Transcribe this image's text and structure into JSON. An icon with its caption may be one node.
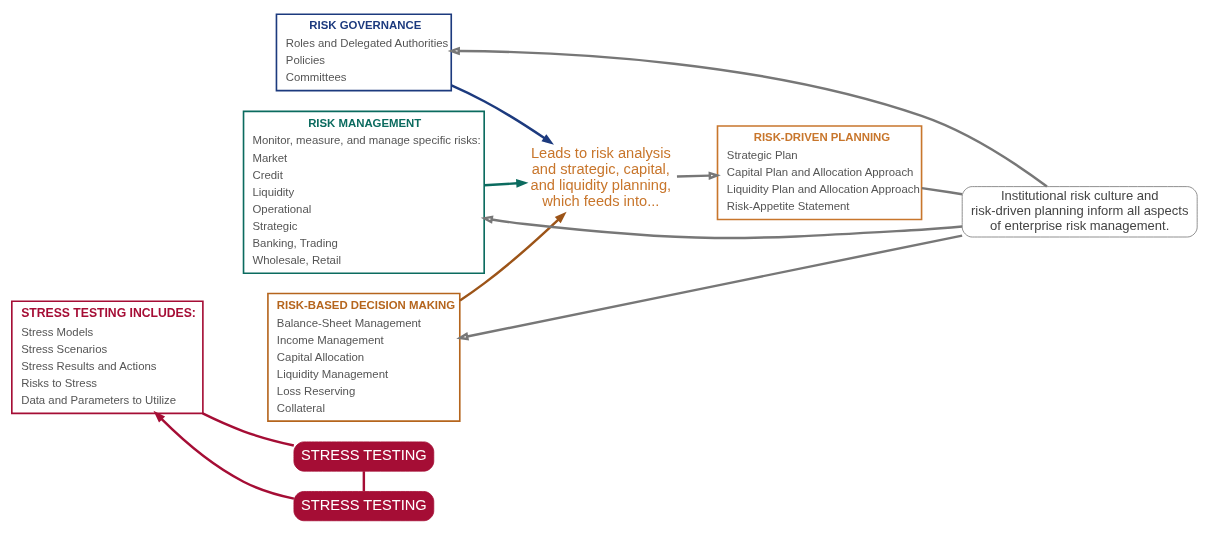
{
  "diagram": {
    "nodes": [
      {
        "text": [
          "RISK GOVERNANCE",
          "Roles and Delegated Authorities",
          "Policies",
          "Committees"
        ]
      },
      {
        "text": [
          "RISK MANAGEMENT",
          "Monitor, measure, and manage specific risks:",
          "Market",
          "Credit",
          "Liquidity",
          "Operational",
          "Strategic",
          "Banking, Trading",
          "Wholesale, Retail"
        ]
      },
      {
        "text": [
          "RISK-BASED DECISION MAKING",
          "Balance-Sheet Management",
          "Income Management",
          "Capital Allocation",
          "Liquidity Management",
          "Loss Reserving",
          "Collateral"
        ]
      },
      {
        "text": [
          "STRESS TESTING INCLUDES:",
          "Stress Models",
          "Stress Scenarios",
          "Stress Results and Actions",
          "Risks to Stress",
          "Data and Parameters to Utilize"
        ]
      },
      {
        "text": [
          "Leads to risk analysis and strategic, capital, and liquidity planning, which feeds into..."
        ]
      },
      {
        "text": [
          "RISK-DRIVEN PLANNING",
          "Strategic Plan",
          "Capital Plan and Allocation Approach",
          "Liquidity Plan and Allocation Approach",
          "Risk-Appetite Statement"
        ]
      },
      {
        "text": [
          "STRESS TESTING"
        ]
      },
      {
        "text": [
          "STRESS TESTING"
        ]
      },
      {
        "text": [
          "Institutional risk culture and risk-driven planning inform all aspects of enterprise risk management."
        ]
      }
    ],
    "edges": [
      {
        "from": 3,
        "to": 6,
        "arrow": "none",
        "color": "#a50d35"
      },
      {
        "from": 6,
        "to": 7,
        "arrow": "none",
        "color": "#a50d35"
      },
      {
        "from": 7,
        "to": 3,
        "arrow": "to",
        "color": "#a50d35"
      },
      {
        "from": 0,
        "to": 4,
        "arrow": "to",
        "color": "#1c3a7e"
      },
      {
        "from": 1,
        "to": 4,
        "arrow": "to",
        "color": "#0b6b5f"
      },
      {
        "from": 2,
        "to": 4,
        "arrow": "to",
        "color": "#9c5418"
      },
      {
        "from": 4,
        "to": 5,
        "arrow": "to"
      },
      {
        "from": 8,
        "to": 0,
        "arrow": "to"
      },
      {
        "from": 8,
        "to": 1,
        "arrow": "to"
      },
      {
        "from": 8,
        "to": 2,
        "arrow": "to"
      },
      {
        "from": 5,
        "to": 8,
        "arrow": "none"
      }
    ]
  }
}
